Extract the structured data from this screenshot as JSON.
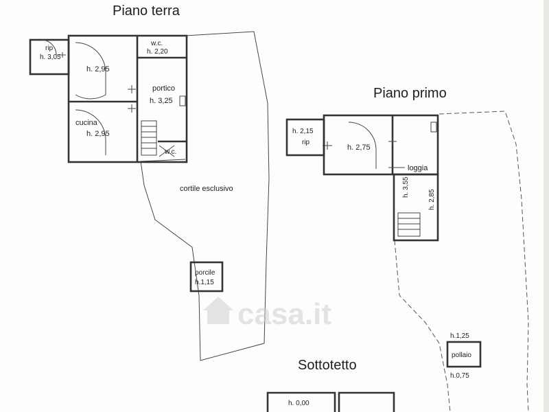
{
  "titles": {
    "ground": "Piano terra",
    "first": "Piano primo",
    "attic": "Sottotetto"
  },
  "ground_floor": {
    "rip_label": "rip",
    "rip_height": "h. 3,05",
    "room_height": "h. 2,95",
    "wc_top_label": "w.c.",
    "wc_top_height": "h. 2,20",
    "portico_label": "portico",
    "portico_height": "h. 3,25",
    "cucina_label": "cucina",
    "cucina_height": "h. 2,95",
    "wc_bottom_label": "w.c.",
    "courtyard_label": "cortile esclusivo",
    "porcile_label": "porcile",
    "porcile_height": "h.1,15"
  },
  "first_floor": {
    "rip_height": "h. 2,15",
    "rip_label": "rip",
    "room_height": "h. 2,75",
    "loggia_label": "loggia",
    "stair_height": "h. 3,55",
    "loggia_height": "h. 2,85",
    "pollaio_top_height": "h.1,25",
    "pollaio_label": "pollaio",
    "pollaio_bottom_height": "h.0,75"
  },
  "attic": {
    "height": "h. 0,00"
  },
  "watermark": {
    "text": "casa.it",
    "icon": "house-icon"
  }
}
